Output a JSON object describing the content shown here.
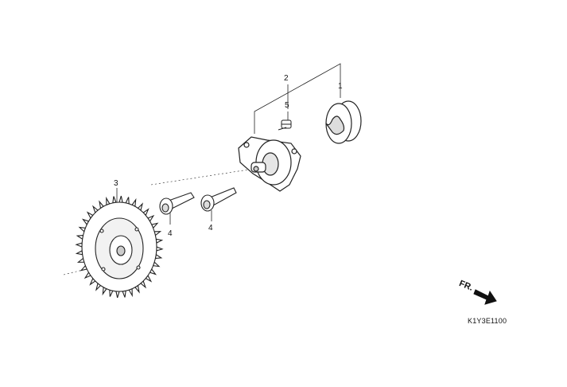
{
  "callouts": {
    "part1": "1",
    "part2": "2",
    "part3": "3",
    "part4a": "4",
    "part4b": "4",
    "part5": "5"
  },
  "front_indicator": {
    "label": "FR."
  },
  "diagram_code": "K1Y3E1100",
  "colors": {
    "line": "#222222",
    "fill": "#ffffff",
    "shade": "#cfcfcf"
  }
}
